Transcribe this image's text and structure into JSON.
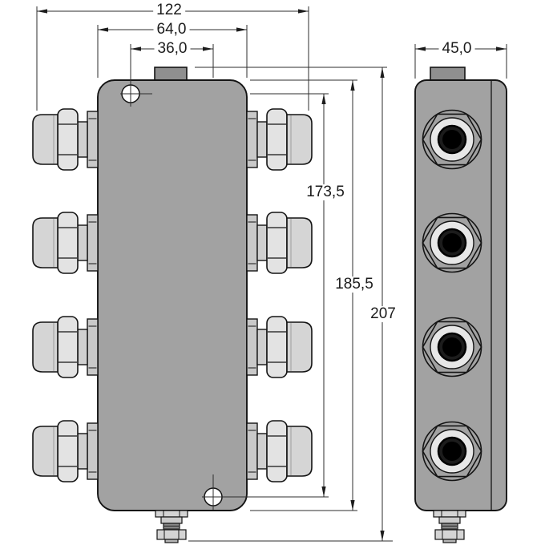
{
  "drawing": {
    "type": "technical-dimension-drawing",
    "views": {
      "front_view": {
        "dim_overall_width": "122",
        "dim_body_width": "64,0",
        "dim_hole_spacing_x": "36,0",
        "dim_hole_spacing_y": "173,5",
        "dim_body_height": "185,5",
        "dim_overall_height": "207"
      },
      "side_view": {
        "dim_width": "45,0"
      }
    },
    "colors": {
      "background": "#ffffff",
      "body_gray": "#a2a2a2",
      "stub_gray": "#8f8f8f",
      "gland_ring": "#c9c9c9",
      "gland_shaft": "#d0d0d0",
      "gland_hex": "#e3e3e3",
      "gland_cap": "#d5d5d5",
      "connector_ring": "#e7e7e7",
      "connector_core": "#000000",
      "outline": "#141414",
      "dimension_line": "#2e2e2e"
    }
  }
}
